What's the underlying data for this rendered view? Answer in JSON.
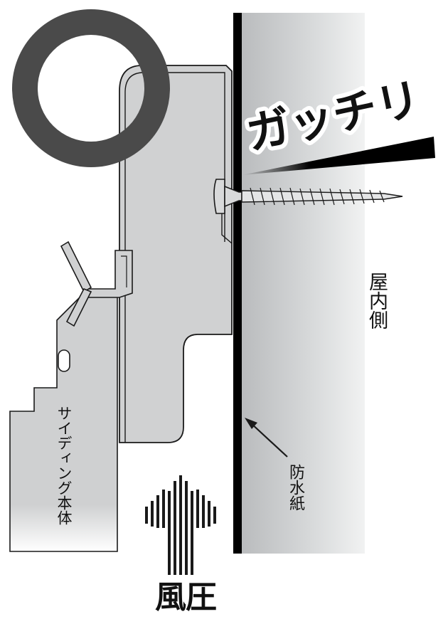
{
  "labels": {
    "catch_phrase": "ガッチリ",
    "indoor_side": "屋内側",
    "waterproof_paper": "防水紙",
    "siding_body": "サイディング本体",
    "wind_pressure": "風圧"
  },
  "colors": {
    "wall": "#c4c6c8",
    "wall_light": "#eef0f0",
    "bracket": "#cfd0d1",
    "siding": "#cfd0d1",
    "outline": "#1a1a1a",
    "ring": "#4a4a4a",
    "paper": "#000000"
  }
}
